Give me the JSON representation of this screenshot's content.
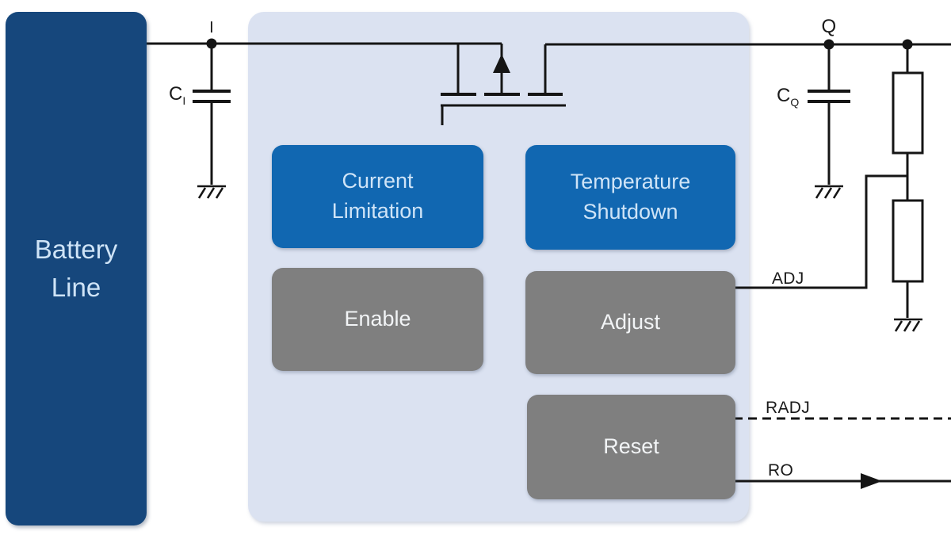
{
  "colors": {
    "navy": "#16477C",
    "blue": "#1167B1",
    "panel": "#DBE2F1",
    "gray": "#7F7F7F",
    "line": "#151515",
    "text_on_blue": "#CFE4F7",
    "text_on_gray": "#F2F4F6",
    "label": "#1A1A1A",
    "bg": "#FFFFFF"
  },
  "battery": {
    "label": "Battery\nLine"
  },
  "panel_blocks": {
    "current_limitation": {
      "label": "Current\nLimitation"
    },
    "temperature_shutdown": {
      "label": "Temperature\nShutdown"
    },
    "enable": {
      "label": "Enable"
    },
    "adjust": {
      "label": "Adjust"
    },
    "reset": {
      "label": "Reset"
    }
  },
  "pins": {
    "input": "I",
    "output": "Q",
    "adjust": "ADJ",
    "resistor_adjust": "RADJ",
    "reset_output": "RO"
  },
  "capacitors": {
    "input": {
      "symbol": "C",
      "subscript": "I"
    },
    "output": {
      "symbol": "C",
      "subscript": "Q"
    }
  }
}
